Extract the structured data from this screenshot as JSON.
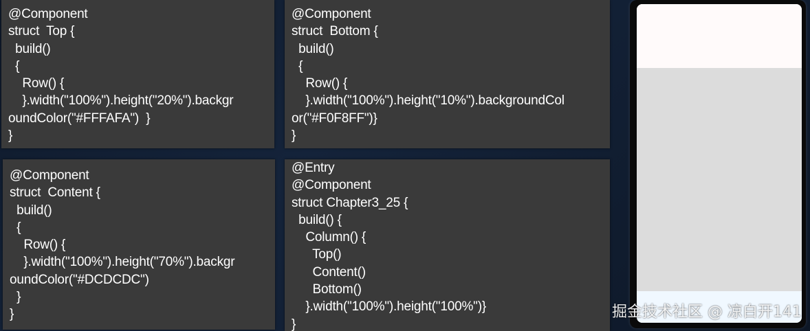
{
  "code_panels": {
    "top": "@Component\nstruct  Top {\n  build()\n  {\n    Row() {\n    }.width(\"100%\").height(\"20%\").backgr\noundColor(\"#FFFAFA\")  }\n}",
    "bottom": "@Component\nstruct  Bottom {\n  build()\n  {\n    Row() {\n    }.width(\"100%\").height(\"10%\").backgroundCol\nor(\"#F0F8FF\")}\n}",
    "content": "@Component\nstruct  Content {\n  build()\n  {\n    Row() {\n    }.width(\"100%\").height(\"70%\").backgr\noundColor(\"#DCDCDC\")\n  }\n}",
    "entry": "@Entry\n@Component\nstruct Chapter3_25 {\n  build() {\n    Column() {\n      Top()\n      Content()\n      Bottom()\n    }.width(\"100%\").height(\"100%\")}\n}"
  },
  "preview": {
    "top_color": "#FFFAFA",
    "content_color": "#DCDCDC",
    "bottom_color": "#F0F8FF"
  },
  "watermark": "掘金技术社区 @ 凉白开141"
}
